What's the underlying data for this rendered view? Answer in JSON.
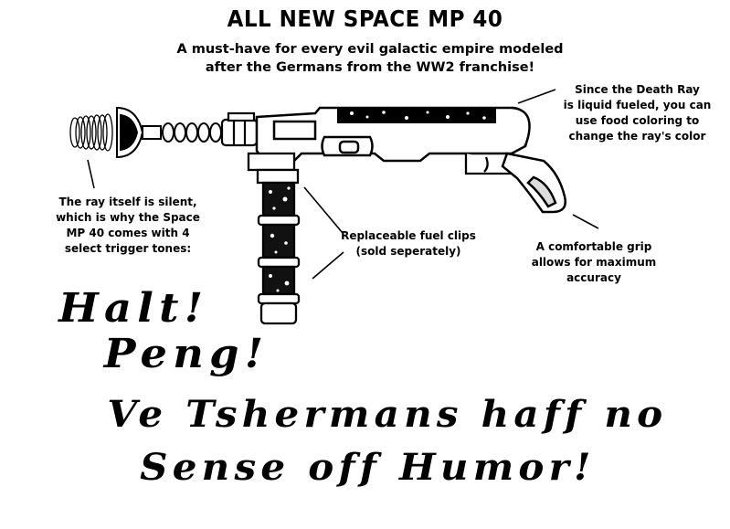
{
  "title": "ALL NEW SPACE MP 40",
  "subtitle_line1": "A must-have for every evil galactic empire modeled",
  "subtitle_line2": "after the Germans from the WW2 franchise!",
  "callouts": {
    "laser": [
      "Since the Death Ray",
      "is liquid fueled, you can",
      "use food coloring to",
      "change the ray's color"
    ],
    "silent": [
      "The ray itself is silent,",
      "which is why the Space",
      "MP 40 comes with 4",
      "select trigger tones:"
    ],
    "clips": [
      "Replaceable fuel clips",
      "(sold seperately)"
    ],
    "grip": [
      "A comfortable grip",
      "allows for maximum",
      "accuracy"
    ]
  },
  "tones": {
    "tone1": "Halt!",
    "tone2": "Peng!",
    "tone3_line1": "Ve Tshermans haff no",
    "tone3_line2": "Sense off Humor!"
  }
}
